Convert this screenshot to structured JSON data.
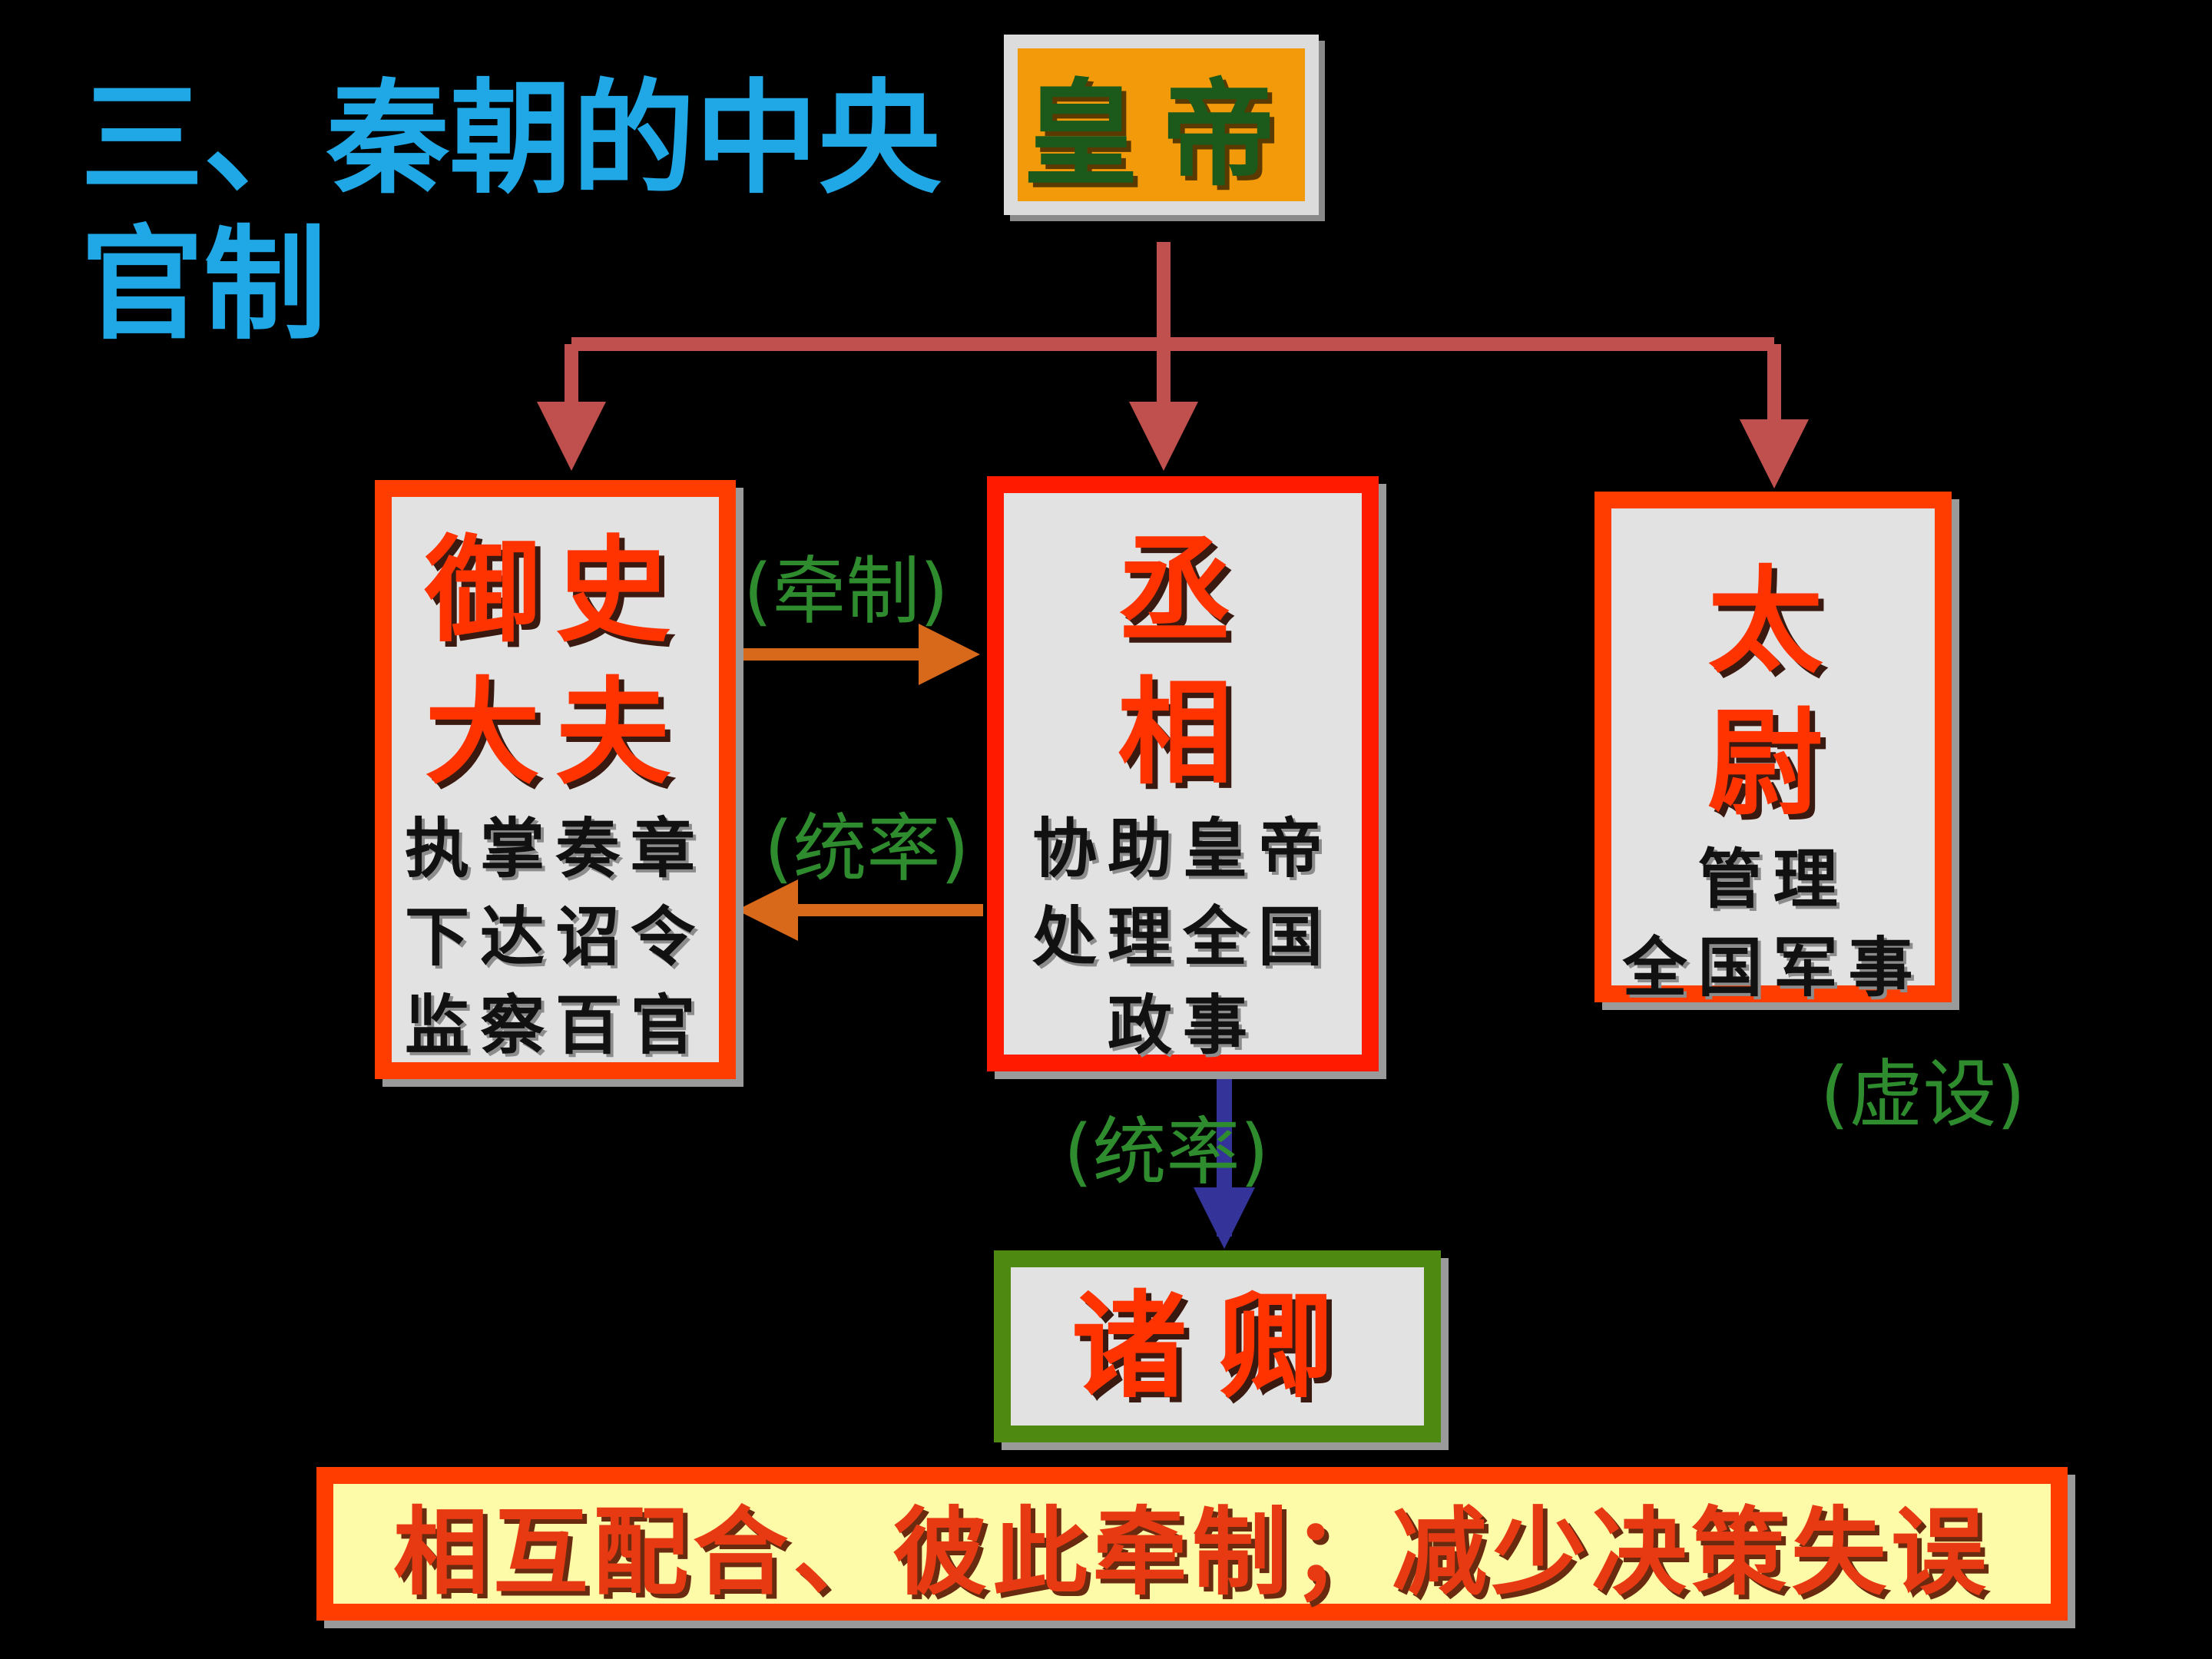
{
  "title": "三、秦朝的中央官制",
  "emperor": "皇帝",
  "officials": {
    "yushi": {
      "name_line1": "御史",
      "name_line2": "大夫",
      "duties": [
        "执掌奏章",
        "下达诏令",
        "监察百官"
      ]
    },
    "chengxiang": {
      "name_line1": "丞",
      "name_line2": "相",
      "duties": [
        "协助皇帝",
        "处理全国",
        "政事"
      ]
    },
    "taiwei": {
      "name_line1": "太",
      "name_line2": "尉",
      "duties": [
        "管理",
        "全国军事"
      ]
    },
    "zhuqing": {
      "name": "诸卿"
    }
  },
  "relations": {
    "restrain": "(牵制)",
    "command_left": "(统率)",
    "command_down": "(统率)",
    "nominal": "(虚设)"
  },
  "conclusion": "相互配合、彼此牵制；减少决策失误",
  "colors": {
    "title": "#1fa7e6",
    "hierarchy_arrow": "#c0504d",
    "cross_arrow": "#d8681a",
    "down_arrow": "#33339a",
    "office_border": "#ff3d00",
    "zhuqing_border": "#4e8a12",
    "annotation": "#2e8b2e"
  }
}
